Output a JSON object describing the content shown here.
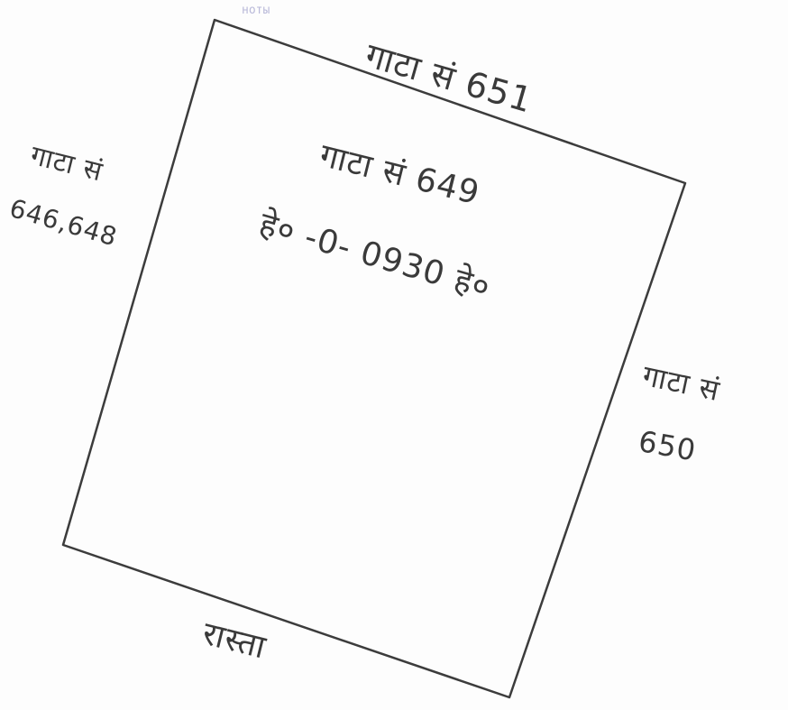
{
  "stamp_text": "ноты",
  "labels": {
    "north": "गाटा सं 651",
    "center_line1": "गाटा सं 649",
    "center_line2": "हे० -0- 0930 हे०",
    "west_line1": "गाटा सं",
    "west_line2": "646,648",
    "east_line1": "गाटा सं",
    "east_line2": "650",
    "south": "रास्ता"
  }
}
